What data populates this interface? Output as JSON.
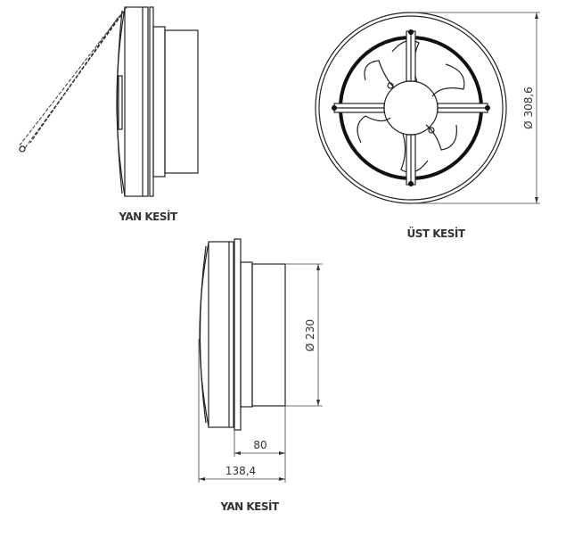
{
  "views": {
    "side_view_top": {
      "label": "YAN KESİT"
    },
    "top_view": {
      "label": "ÜST KESİT",
      "diameter": "Ø 308,6"
    },
    "side_view_bottom": {
      "label": "YAN KESİT",
      "duct_diameter": "Ø 230",
      "duct_length": "80",
      "total_depth": "138,4"
    }
  }
}
